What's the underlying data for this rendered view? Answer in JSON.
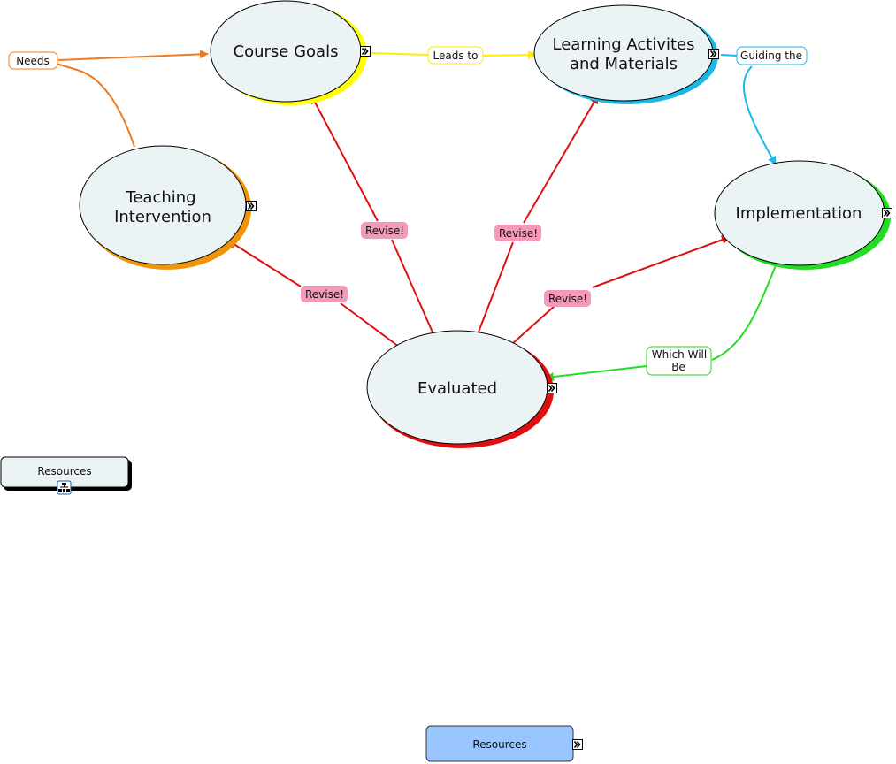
{
  "concepts": {
    "course_goals": "Course Goals",
    "learning_line1": "Learning Activites",
    "learning_line2": "and Materials",
    "teaching_line1": "Teaching",
    "teaching_line2": "Intervention",
    "implementation": "Implementation",
    "evaluated": "Evaluated"
  },
  "links": {
    "needs": "Needs",
    "leads_to": "Leads to",
    "guiding_the": "Guiding the",
    "which_will_line1": "Which Will",
    "which_will_line2": "Be",
    "revise": "Revise!"
  },
  "resources": {
    "box1": "Resources",
    "box2": "Resources"
  },
  "colors": {
    "node_fill": "#ecf3f4",
    "course_goals_accent": "#ffff00",
    "learning_accent": "#1ab8e8",
    "teaching_accent": "#f0940a",
    "implementation_accent": "#22dd22",
    "evaluated_accent": "#e01010",
    "revise_fill": "#f599bb",
    "resources_blue": "#99c6ff"
  },
  "icons": {
    "expand": "double-chevron-right-icon",
    "hierarchy": "hierarchy-icon"
  }
}
